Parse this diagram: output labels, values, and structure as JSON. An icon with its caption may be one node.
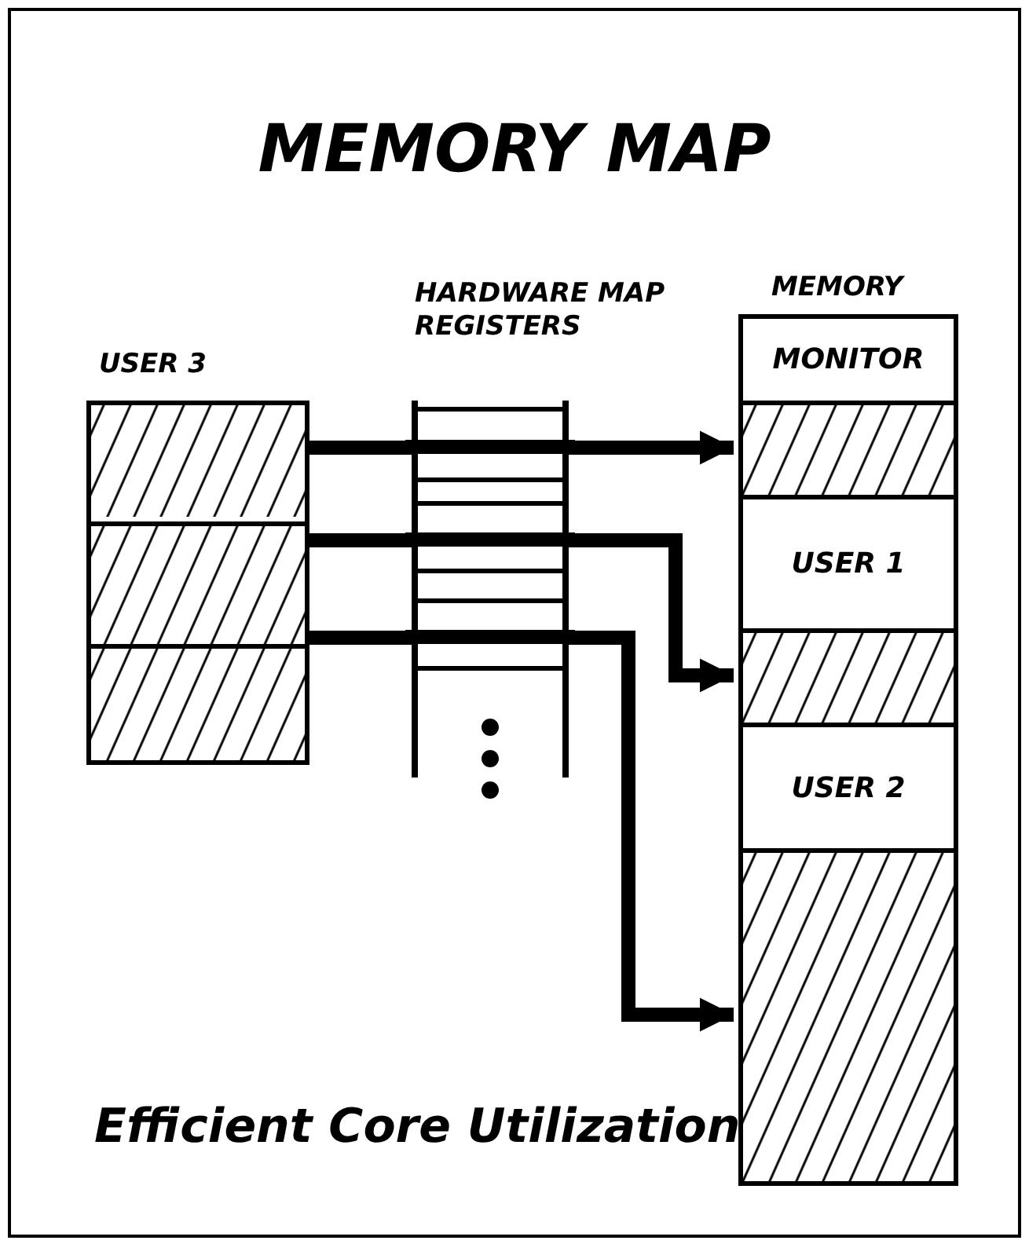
{
  "diagram": {
    "title": "MEMORY MAP",
    "caption": "Efficient Core Utilization",
    "nodes": [
      {
        "text": [
          "USER 3"
        ]
      },
      {
        "text": [],
        "shape": "box",
        "in": 0
      },
      {
        "text": [],
        "shape": "box",
        "in": 0
      },
      {
        "text": [],
        "shape": "box",
        "in": 0
      },
      {
        "text": [
          "HARDWARE MAP REGISTERS"
        ]
      },
      {
        "text": [],
        "shape": "box",
        "in": 4
      },
      {
        "text": [],
        "shape": "box",
        "in": 4
      },
      {
        "text": [],
        "shape": "box",
        "in": 4
      },
      {
        "text": [
          "MEMORY"
        ]
      },
      {
        "text": [
          "MONITOR"
        ],
        "in": 8
      },
      {
        "text": [],
        "shape": "box",
        "in": 8
      },
      {
        "text": [
          "USER 1"
        ],
        "in": 8
      },
      {
        "text": [],
        "shape": "box",
        "in": 8
      },
      {
        "text": [
          "USER 2"
        ],
        "in": 8
      },
      {
        "text": [],
        "shape": "box",
        "in": 8
      }
    ],
    "edges": [
      {
        "from": 1,
        "to": 5,
        "arrow": "none"
      },
      {
        "from": 5,
        "to": 10,
        "arrow": "to"
      },
      {
        "from": 2,
        "to": 6,
        "arrow": "none"
      },
      {
        "from": 6,
        "to": 12,
        "arrow": "to"
      },
      {
        "from": 3,
        "to": 7,
        "arrow": "none"
      },
      {
        "from": 7,
        "to": 14,
        "arrow": "to"
      }
    ]
  }
}
